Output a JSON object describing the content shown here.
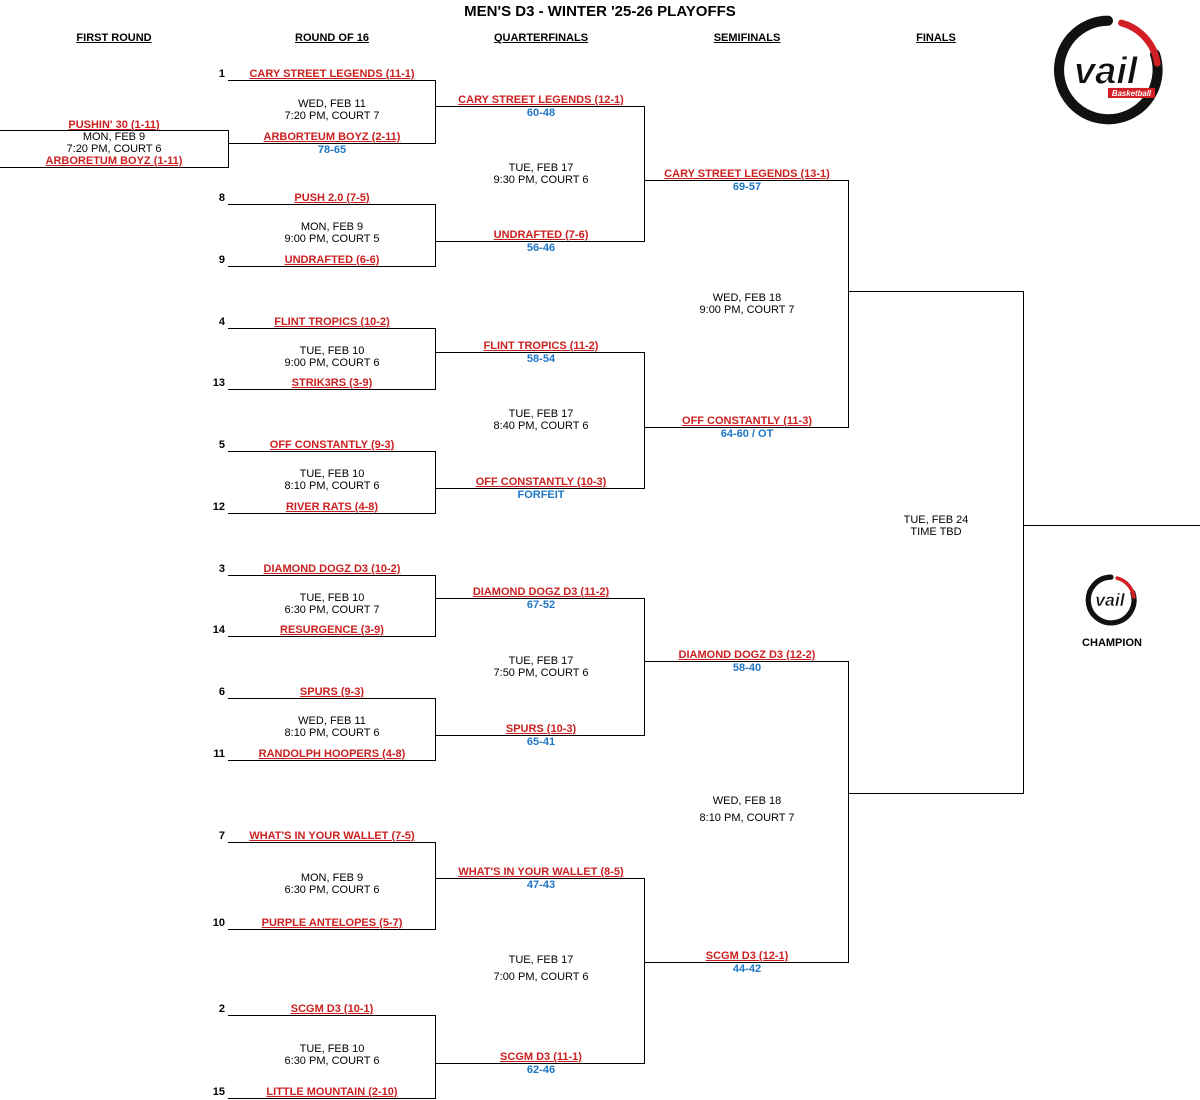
{
  "title": "MEN'S D3 - WINTER '25-26 PLAYOFFS",
  "round_headers": [
    "FIRST ROUND",
    "ROUND OF 16",
    "QUARTERFINALS",
    "SEMIFINALS",
    "FINALS"
  ],
  "first_round": {
    "team1": "PUSHIN' 30 (1-11)",
    "date": "MON, FEB 9",
    "time": "7:20 PM, COURT 6",
    "team2": "ARBORETUM BOYZ (1-11)"
  },
  "round_of_16": [
    {
      "seed_top": "1",
      "team_top": "CARY STREET LEGENDS (11-1)",
      "date": "WED, FEB 11",
      "time": "7:20 PM, COURT 7",
      "seed_bottom": "",
      "team_bottom": "ARBORTEUM BOYZ (2-11)",
      "score": "78-65"
    },
    {
      "seed_top": "8",
      "team_top": "PUSH 2.0 (7-5)",
      "date": "MON, FEB 9",
      "time": "9:00 PM, COURT 5",
      "seed_bottom": "9",
      "team_bottom": "UNDRAFTED (6-6)",
      "score": ""
    },
    {
      "seed_top": "4",
      "team_top": "FLINT TROPICS (10-2)",
      "date": "TUE, FEB 10",
      "time": "9:00 PM, COURT 6",
      "seed_bottom": "13",
      "team_bottom": "STRIK3RS (3-9)",
      "score": ""
    },
    {
      "seed_top": "5",
      "team_top": "OFF CONSTANTLY (9-3)",
      "date": "TUE, FEB 10",
      "time": "8:10 PM, COURT 6",
      "seed_bottom": "12",
      "team_bottom": "RIVER RATS (4-8)",
      "score": ""
    },
    {
      "seed_top": "3",
      "team_top": "DIAMOND DOGZ D3 (10-2)",
      "date": "TUE, FEB 10",
      "time": "6:30 PM, COURT 7",
      "seed_bottom": "14",
      "team_bottom": "RESURGENCE (3-9)",
      "score": ""
    },
    {
      "seed_top": "6",
      "team_top": "SPURS (9-3)",
      "date": "WED, FEB 11",
      "time": "8:10 PM, COURT 6",
      "seed_bottom": "11",
      "team_bottom": "RANDOLPH HOOPERS (4-8)",
      "score": ""
    },
    {
      "seed_top": "7",
      "team_top": "WHAT'S IN YOUR WALLET (7-5)",
      "date": "MON, FEB 9",
      "time": "6:30 PM, COURT 6",
      "seed_bottom": "10",
      "team_bottom": "PURPLE ANTELOPES (5-7)",
      "score": ""
    },
    {
      "seed_top": "2",
      "team_top": "SCGM D3 (10-1)",
      "date": "TUE, FEB 10",
      "time": "6:30 PM, COURT 6",
      "seed_bottom": "15",
      "team_bottom": "LITTLE MOUNTAIN (2-10)",
      "score": ""
    }
  ],
  "quarterfinals": [
    {
      "team_top": "CARY STREET LEGENDS (12-1)",
      "score_top": "60-48",
      "date": "TUE, FEB 17",
      "time": "9:30 PM, COURT 6",
      "team_bottom": "UNDRAFTED (7-6)",
      "score_bottom": "56-46"
    },
    {
      "team_top": "FLINT TROPICS (11-2)",
      "score_top": "58-54",
      "date": "TUE, FEB 17",
      "time": "8:40 PM, COURT 6",
      "team_bottom": "OFF CONSTANTLY (10-3)",
      "score_bottom": "FORFEIT"
    },
    {
      "team_top": "DIAMOND DOGZ D3 (11-2)",
      "score_top": "67-52",
      "date": "TUE, FEB 17",
      "time": "7:50 PM, COURT 6",
      "team_bottom": "SPURS (10-3)",
      "score_bottom": "65-41"
    },
    {
      "team_top": "WHAT'S IN YOUR WALLET (8-5)",
      "score_top": "47-43",
      "date": "TUE, FEB 17",
      "time": "7:00 PM, COURT 6",
      "team_bottom": "SCGM D3 (11-1)",
      "score_bottom": "62-46"
    }
  ],
  "semifinals": [
    {
      "team_top": "CARY STREET LEGENDS (13-1)",
      "score_top": "69-57",
      "date": "WED, FEB 18",
      "time": "9:00 PM, COURT 7",
      "team_bottom": "OFF CONSTANTLY (11-3)",
      "score_bottom": "64-60 / OT"
    },
    {
      "team_top": "DIAMOND DOGZ D3 (12-2)",
      "score_top": "58-40",
      "date": "WED, FEB 18",
      "time": "8:10 PM, COURT 7",
      "team_bottom": "SCGM D3 (12-1)",
      "score_bottom": "44-42"
    }
  ],
  "finals": {
    "date": "TUE, FEB 24",
    "time": "TIME TBD"
  },
  "champion_label": "CHAMPION",
  "logo": {
    "word": "vail",
    "sub": "Basketball"
  },
  "colors": {
    "team": "#cc1f1f",
    "score": "#1f77c7",
    "line": "#000000"
  }
}
